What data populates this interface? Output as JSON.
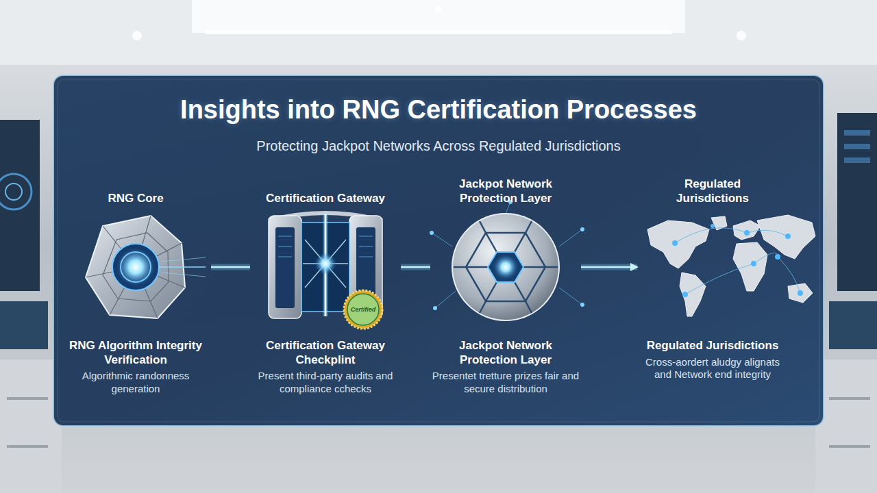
{
  "diagram": {
    "title": "Insights into RNG Certification Processes",
    "nodes": [
      {
        "text": [
          "RNG Core",
          "RNG Algorithm Integrity Verification",
          "Algorithmic randonness generation"
        ]
      },
      {
        "text": [
          "Certification Gateway",
          "Certification Gateway Checkplint",
          "Present third-party audits and compliance cchecks"
        ]
      },
      {
        "text": [
          "Certified"
        ],
        "in": 1
      },
      {
        "text": [
          "Jackpot Network Protection Layer",
          "Jackpot Network Protection Layer",
          "Presentet tretture prizes fair and secure distribution"
        ]
      },
      {
        "text": [
          "Regulated Jurisdictions",
          "Regulated Jurisdictions",
          "Cross-aordert aludgy alignats and Network end integrity"
        ]
      }
    ],
    "edges": [
      {
        "from": 0,
        "to": 1,
        "arrow": "none"
      },
      {
        "from": 1,
        "to": 3,
        "arrow": "none"
      },
      {
        "from": 3,
        "to": 4,
        "arrow": "to"
      }
    ],
    "labels": [
      "Protecting Jackpot Networks Across Regulated Jurisdictions"
    ]
  }
}
